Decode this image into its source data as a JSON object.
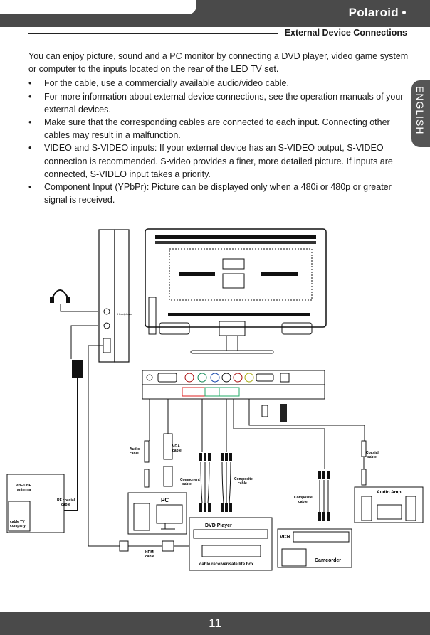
{
  "header": {
    "brand": "Polaroid"
  },
  "section_title": "External Device Connections",
  "side_tab": "ENGLISH",
  "intro": "You can enjoy picture, sound and a PC monitor by connecting a DVD player, video game system or computer to the inputs located on the rear of the LED TV set.",
  "bullets": [
    "For the cable, use a commercially available audio/video cable.",
    "For more information about external device connections, see the operation manuals of your external devices.",
    "Make sure that the corresponding cables are connected to each input. Connecting other cables may result in a malfunction.",
    "VIDEO and S-VIDEO inputs: If your external device has an S-VIDEO output, S-VIDEO connection is recommended. S-video provides a finer, more detailed picture. If inputs are connected, S-VIDEO input takes a priority.",
    "Component Input (YPbPr): Picture can be displayed only when a 480i or 480p or greater signal is received."
  ],
  "diagram": {
    "headphone_label": "Headphone",
    "antenna_label_1": "VHF/UHF",
    "antenna_label_2": "antenna",
    "cable_tv_1": "cable TV",
    "cable_tv_2": "company",
    "rf_label_1": "RF coaxial",
    "rf_label_2": "cable",
    "audio_cable_1": "Audio",
    "audio_cable_2": "cable",
    "vga_cable_1": "VGA",
    "vga_cable_2": "cable",
    "component_1": "Component",
    "component_2": "cable",
    "composite_1": "Composite",
    "composite_2": "cable",
    "composite_b_1": "Composite",
    "composite_b_2": "cable",
    "coaxial_1": "Coaxial",
    "coaxial_2": "cable",
    "pc": "PC",
    "dvd": "DVD Player",
    "cable_box": "cable receiver/satellite box",
    "vcr": "VCR",
    "camcorder": "Camcorder",
    "audio_amp": "Audio Amp",
    "hdmi_1": "HDMI",
    "hdmi_2": "cable"
  },
  "footer": {
    "page": "11"
  }
}
